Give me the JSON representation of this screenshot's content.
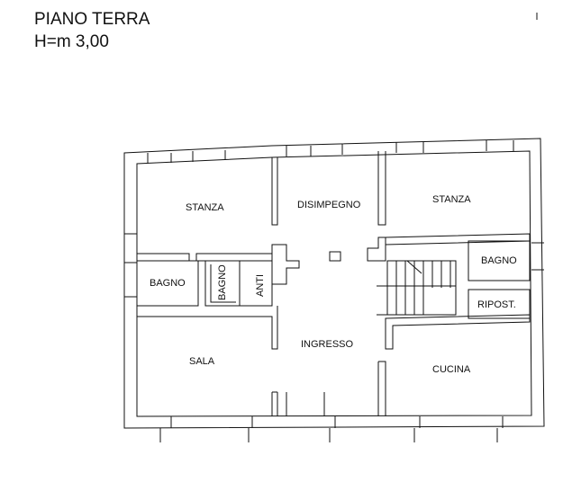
{
  "header": {
    "title": "PIANO TERRA",
    "height_note": "H=m 3,00"
  },
  "rooms": {
    "stanza_left": "STANZA",
    "disimpegno": "DISIMPEGNO",
    "stanza_right": "STANZA",
    "bagno_left": "BAGNO",
    "bagno_mid": "BAGNO",
    "anti": "ANTI",
    "bagno_right": "BAGNO",
    "ripost": "RIPOST.",
    "sala": "SALA",
    "ingresso": "INGRESSO",
    "cucina": "CUCINA"
  },
  "colors": {
    "line": "#111111",
    "background": "#ffffff"
  }
}
